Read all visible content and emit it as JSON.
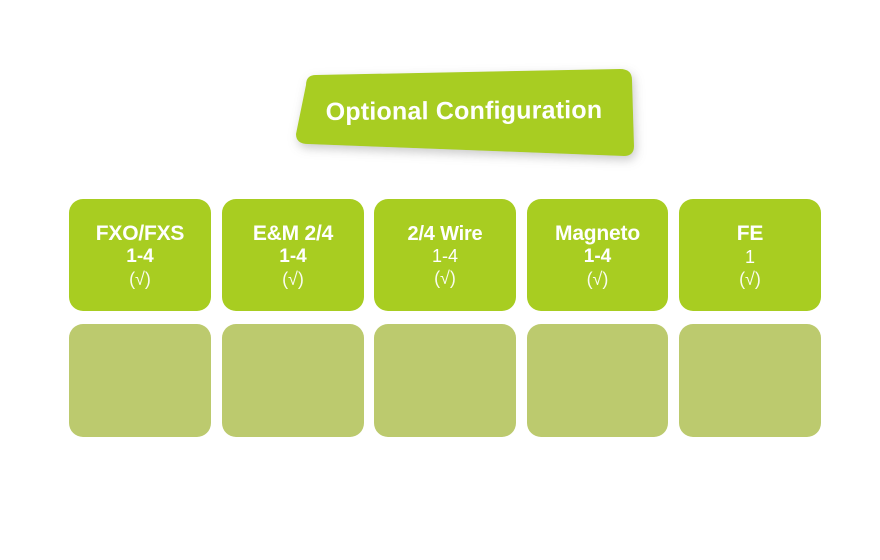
{
  "banner": {
    "title": "Optional Configuration",
    "color": "#a8cd21",
    "text_color": "#ffffff"
  },
  "palette": {
    "bright_green": "#a8cd21",
    "pale_green": "#bcca6e",
    "background": "#ffffff",
    "text_white": "#ffffff"
  },
  "cards": [
    {
      "title": "FXO/FXS",
      "range": "1-4",
      "check": "(√)"
    },
    {
      "title": "E&M 2/4",
      "range": "1-4",
      "check": "(√)"
    },
    {
      "title": "2/4 Wire",
      "range": "1-4",
      "check": "(√)"
    },
    {
      "title": "Magneto",
      "range": "1-4",
      "check": "(√)"
    },
    {
      "title": "FE",
      "range": "1",
      "check": "(√)"
    }
  ],
  "placeholder_cards": [
    {
      "label": ""
    },
    {
      "label": ""
    },
    {
      "label": ""
    },
    {
      "label": ""
    },
    {
      "label": ""
    }
  ]
}
